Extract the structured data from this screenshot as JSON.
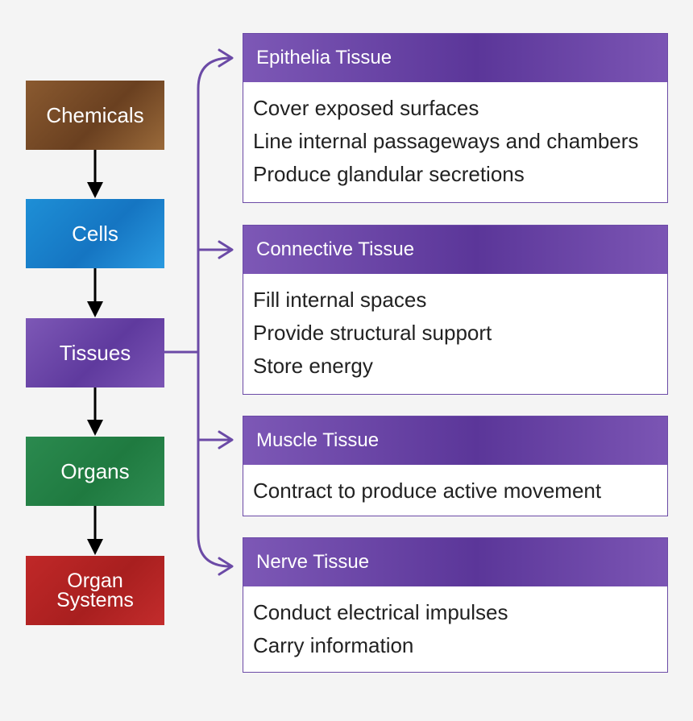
{
  "levels": [
    {
      "label": "Chemicals",
      "color": "#7a4f2a"
    },
    {
      "label": "Cells",
      "color": "#1a85cf"
    },
    {
      "label": "Tissues",
      "color": "#6a47a8"
    },
    {
      "label": "Organs",
      "color": "#22804a"
    },
    {
      "label": "Organ Systems",
      "color": "#b22222"
    }
  ],
  "tissues": [
    {
      "title": "Epithelia Tissue",
      "items": [
        "Cover exposed surfaces",
        "Line internal passageways and chambers",
        "Produce glandular secretions"
      ]
    },
    {
      "title": "Connective Tissue",
      "items": [
        "Fill internal spaces",
        "Provide structural support",
        "Store energy"
      ]
    },
    {
      "title": "Muscle Tissue",
      "items": [
        "Contract to produce active movement"
      ]
    },
    {
      "title": "Nerve Tissue",
      "items": [
        "Conduct electrical impulses",
        "Carry information"
      ]
    }
  ],
  "colors": {
    "accent": "#6b4aa6",
    "arrow": "#000000",
    "background": "#f4f4f4"
  }
}
